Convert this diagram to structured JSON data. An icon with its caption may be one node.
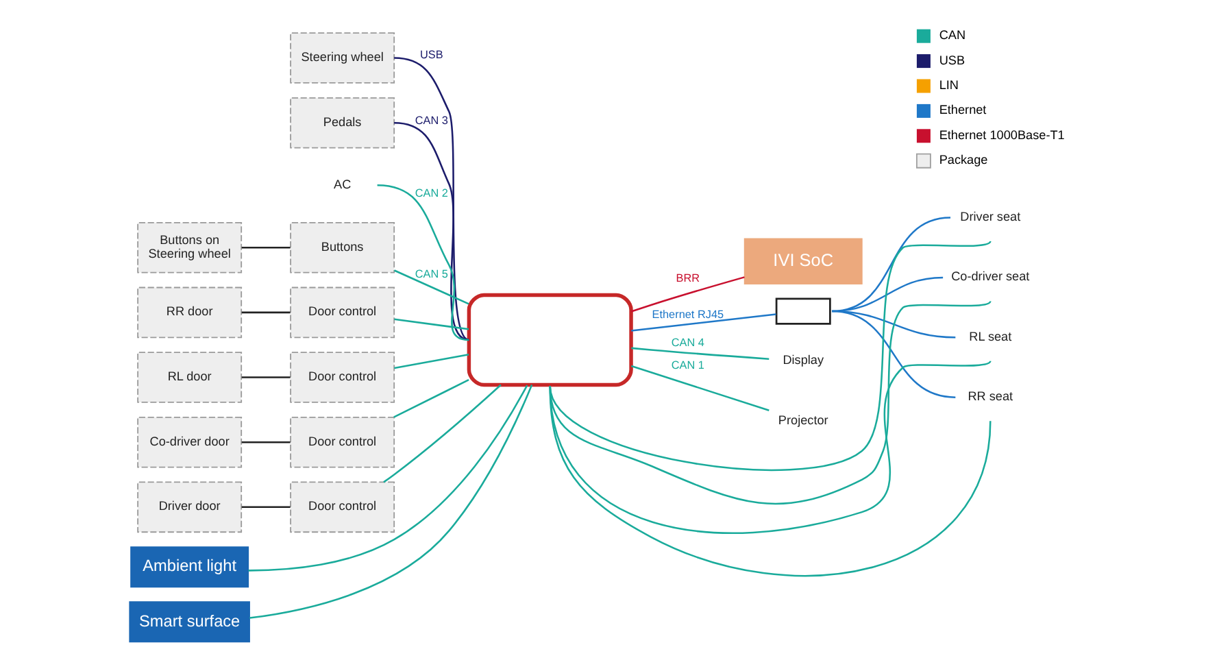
{
  "diagram": {
    "nodes": [
      {
        "text": [
          "Buttons on Steering wheel"
        ]
      },
      {
        "text": [
          "Buttons"
        ]
      },
      {
        "text": [
          "RR door"
        ]
      },
      {
        "text": [
          "Door control"
        ]
      },
      {
        "text": [
          "RL door"
        ]
      },
      {
        "text": [
          "Door control"
        ]
      },
      {
        "text": [
          "Co-driver door"
        ]
      },
      {
        "text": [
          "Door control"
        ]
      },
      {
        "text": [
          "Driver door"
        ]
      },
      {
        "text": [
          "Door control"
        ]
      },
      {
        "text": [
          "Ambient light"
        ]
      },
      {
        "text": [
          "Smart surface"
        ]
      },
      {
        "text": [
          "Steering wheel"
        ]
      },
      {
        "text": [
          "Pedals"
        ]
      },
      {
        "text": [
          "AC"
        ]
      },
      {
        "text": [],
        "shape": "box"
      },
      {
        "text": [
          "IVI SoC"
        ]
      },
      {
        "text": [
          "Display"
        ]
      },
      {
        "text": [
          "Projector"
        ]
      },
      {
        "text": [],
        "shape": "box"
      },
      {
        "text": [
          "Driver seat"
        ]
      },
      {
        "text": [
          "Co-driver seat"
        ]
      },
      {
        "text": [
          "RL seat"
        ]
      },
      {
        "text": [
          "RR seat"
        ]
      }
    ],
    "edges": [
      {
        "from": 0,
        "to": 1,
        "arrow": "none",
        "color": "#222222"
      },
      {
        "from": 2,
        "to": 3,
        "arrow": "none",
        "color": "#222222"
      },
      {
        "from": 4,
        "to": 5,
        "arrow": "none",
        "color": "#222222"
      },
      {
        "from": 6,
        "to": 7,
        "arrow": "none",
        "color": "#222222"
      },
      {
        "from": 8,
        "to": 9,
        "arrow": "none",
        "color": "#222222"
      },
      {
        "from": 1,
        "to": 15,
        "arrow": "none",
        "label": "CAN 5"
      },
      {
        "from": 3,
        "to": 15,
        "arrow": "none"
      },
      {
        "from": 5,
        "to": 15,
        "arrow": "none"
      },
      {
        "from": 7,
        "to": 15,
        "arrow": "none"
      },
      {
        "from": 9,
        "to": 15,
        "arrow": "none"
      },
      {
        "from": 10,
        "to": 15,
        "arrow": "none"
      },
      {
        "from": 11,
        "to": 15,
        "arrow": "none"
      },
      {
        "from": 12,
        "to": 15,
        "arrow": "none",
        "label": "USB",
        "color": "#1c1c6b"
      },
      {
        "from": 13,
        "to": 15,
        "arrow": "none",
        "label": "CAN 3",
        "color": "#1c1c6b"
      },
      {
        "from": 14,
        "to": 15,
        "arrow": "none",
        "label": "CAN 2"
      },
      {
        "from": 15,
        "to": 16,
        "arrow": "none",
        "label": "BRR",
        "color": "#c8102e"
      },
      {
        "from": 15,
        "to": 17,
        "arrow": "none",
        "label": "CAN 4"
      },
      {
        "from": 15,
        "to": 18,
        "arrow": "none",
        "label": "CAN 1"
      },
      {
        "from": 15,
        "to": 19,
        "arrow": "none",
        "label": "Ethernet RJ45",
        "color": "#1f78c8"
      },
      {
        "from": 19,
        "to": 20,
        "arrow": "none",
        "color": "#1f78c8"
      },
      {
        "from": 19,
        "to": 21,
        "arrow": "none",
        "color": "#1f78c8"
      },
      {
        "from": 19,
        "to": 22,
        "arrow": "none",
        "color": "#1f78c8"
      },
      {
        "from": 19,
        "to": 23,
        "arrow": "none",
        "color": "#1f78c8"
      },
      {
        "from": 20,
        "to": 15,
        "arrow": "none"
      },
      {
        "from": 21,
        "to": 15,
        "arrow": "none"
      },
      {
        "from": 22,
        "to": 15,
        "arrow": "none"
      },
      {
        "from": 23,
        "to": 15,
        "arrow": "none"
      }
    ],
    "legend": [
      {
        "text": "CAN",
        "color": "#1aab9b"
      },
      {
        "text": "USB",
        "color": "#1c1c6b"
      },
      {
        "text": "LIN",
        "color": "#f5a000"
      },
      {
        "text": "Ethernet",
        "color": "#1f78c8"
      },
      {
        "text": "Ethernet 1000Base-T1",
        "color": "#c8102e"
      },
      {
        "text": "Package",
        "color": "#eeeeee"
      }
    ]
  }
}
